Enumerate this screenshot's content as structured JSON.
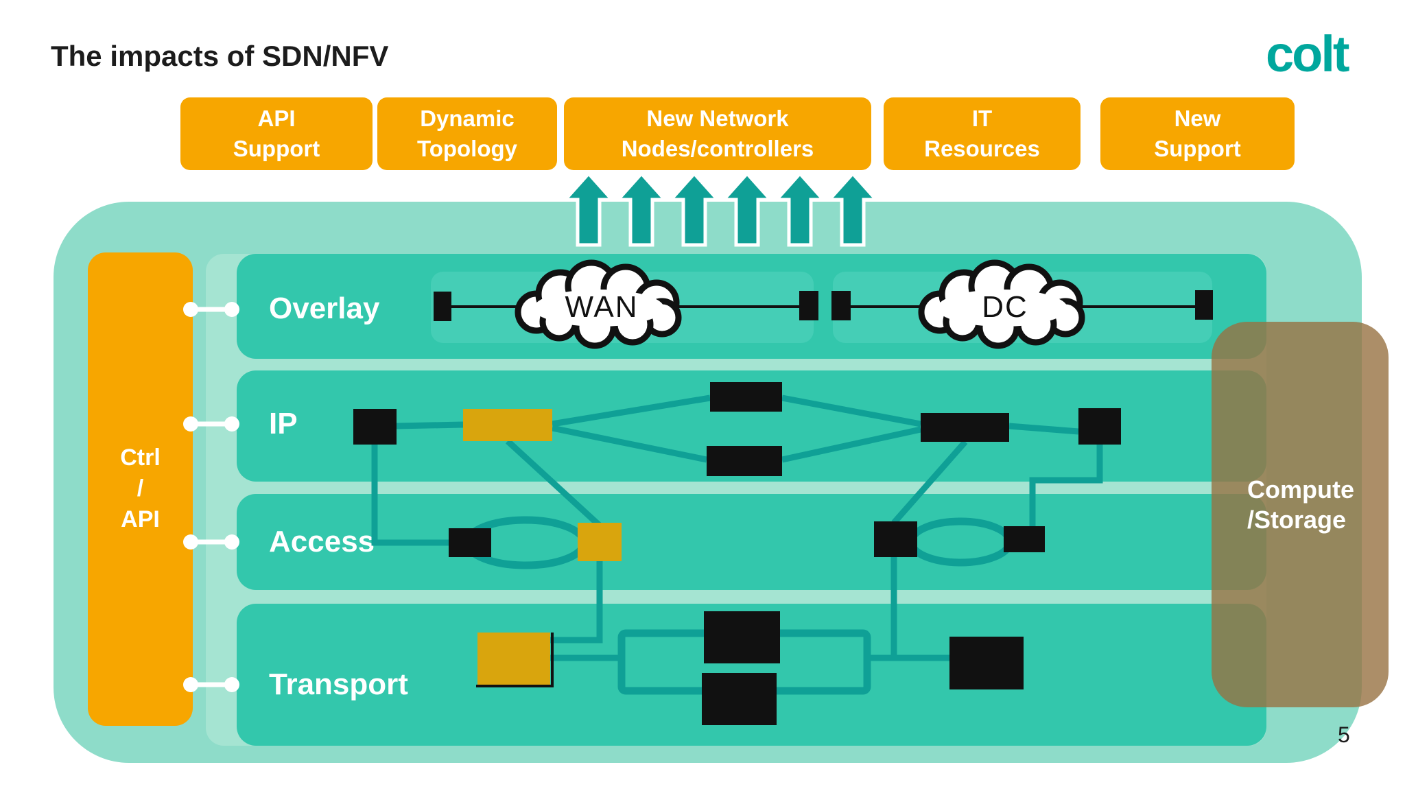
{
  "slide": {
    "title": "The impacts of SDN/NFV",
    "brand": "colt",
    "page_number": "5"
  },
  "top_boxes": [
    {
      "label": "API\nSupport"
    },
    {
      "label": "Dynamic\nTopology"
    },
    {
      "label": "New Network\nNodes/controllers"
    },
    {
      "label": "IT\nResources"
    },
    {
      "label": "New\nSupport"
    }
  ],
  "control_bar": {
    "label": "Ctrl\n/\nAPI"
  },
  "layers": [
    {
      "label": "Overlay"
    },
    {
      "label": "IP"
    },
    {
      "label": "Access"
    },
    {
      "label": "Transport"
    }
  ],
  "clouds": [
    {
      "label": "WAN"
    },
    {
      "label": "DC"
    }
  ],
  "compute_storage": {
    "label": "Compute\n/Storage"
  },
  "colors": {
    "orange": "#F7A600",
    "gold": "#D9A50D",
    "outer": "#8EDCC9",
    "backdrop": "#A5E4D2",
    "row": "#33C7AC",
    "panel": "#45CEB6",
    "teal_dark": "#0FA096",
    "ink": "#111111",
    "brand": "#00A79D",
    "brown": "rgba(151,114,66,0.8)"
  }
}
